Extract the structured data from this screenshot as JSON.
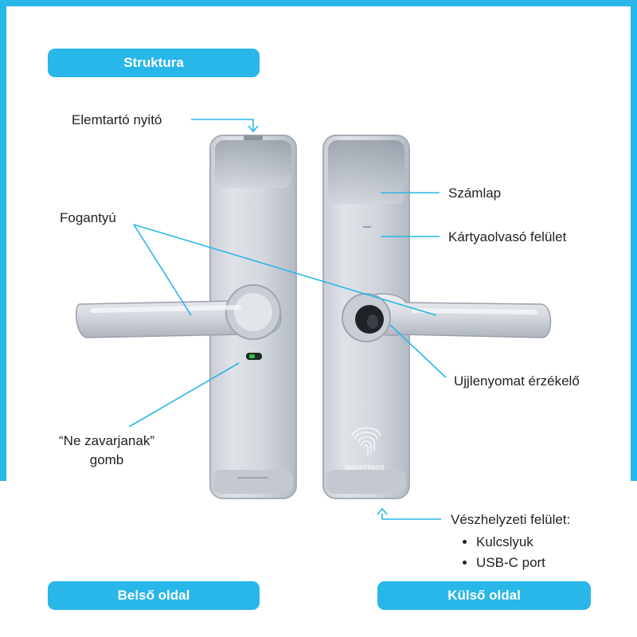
{
  "title": "Struktura",
  "callouts": {
    "battery_opener": "Elemtartó nyitó",
    "handle": "Fogantyú",
    "faceplate": "Számlap",
    "card_reader": "Kártyaolvasó felület",
    "fingerprint": "Ujjlenyomat érzékelő",
    "dnd_line1": "“Ne zavarjanak”",
    "dnd_line2": "gomb",
    "emergency": "Vészhelyzeti felület:",
    "emergency_items": [
      "Kulcslyuk",
      "USB-C port"
    ]
  },
  "brand": "SMARTPASS",
  "sides": {
    "inner": "Belső oldal",
    "outer": "Külső oldal"
  },
  "colors": {
    "accent": "#29b6e8",
    "metal_light": "#e4e7ec",
    "metal_dark": "#a9afb8",
    "indicator": "#2fbf4f"
  },
  "icons": [
    "fingerprint-icon"
  ]
}
